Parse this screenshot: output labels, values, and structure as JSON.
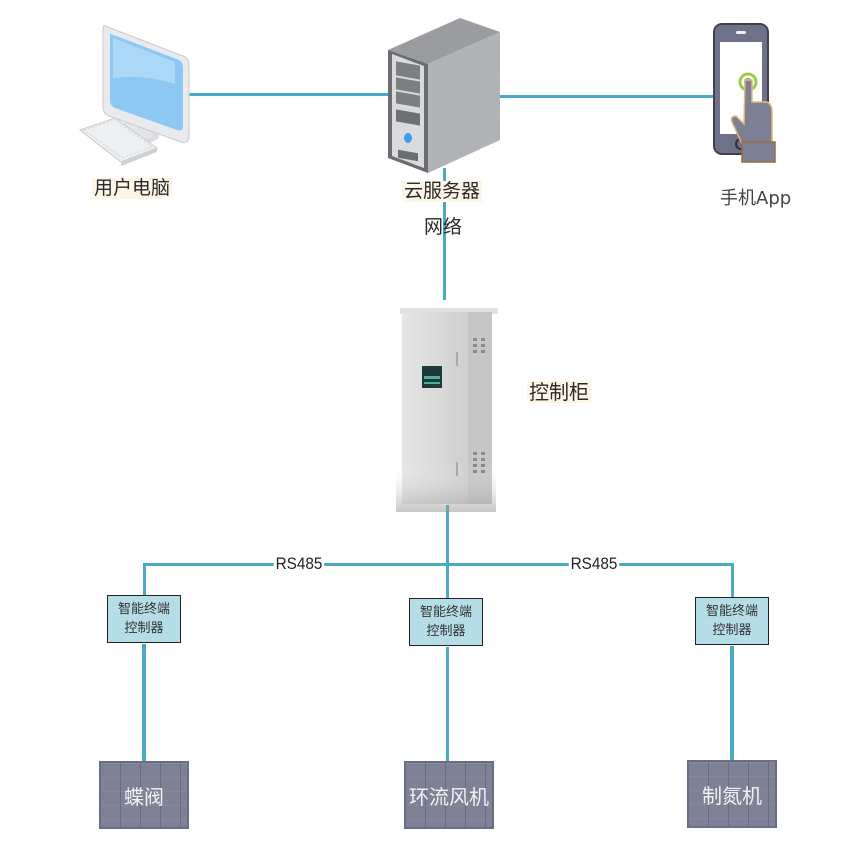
{
  "diagram": {
    "nodes": {
      "user_pc": {
        "label": "用户电脑",
        "icon": "desktop-computer-icon"
      },
      "cloud_server": {
        "label": "云服务器",
        "icon": "server-tower-icon"
      },
      "mobile_app": {
        "label": "手机App",
        "icon": "smartphone-touch-icon"
      },
      "network": {
        "label": "网络"
      },
      "control_cabinet": {
        "label": "控制柜",
        "icon": "control-cabinet-icon"
      }
    },
    "bus": {
      "label_left": "RS485",
      "label_right": "RS485"
    },
    "controllers": [
      {
        "line1": "智能终端",
        "line2": "控制器"
      },
      {
        "line1": "智能终端",
        "line2": "控制器"
      },
      {
        "line1": "智能终端",
        "line2": "控制器"
      }
    ],
    "devices": [
      {
        "label": "蝶阀"
      },
      {
        "label": "环流风机"
      },
      {
        "label": "制氮机"
      }
    ],
    "colors": {
      "wire": "#4aaac4",
      "controller_fill": "#b5dde7",
      "device_fill": "#7f8197"
    }
  }
}
